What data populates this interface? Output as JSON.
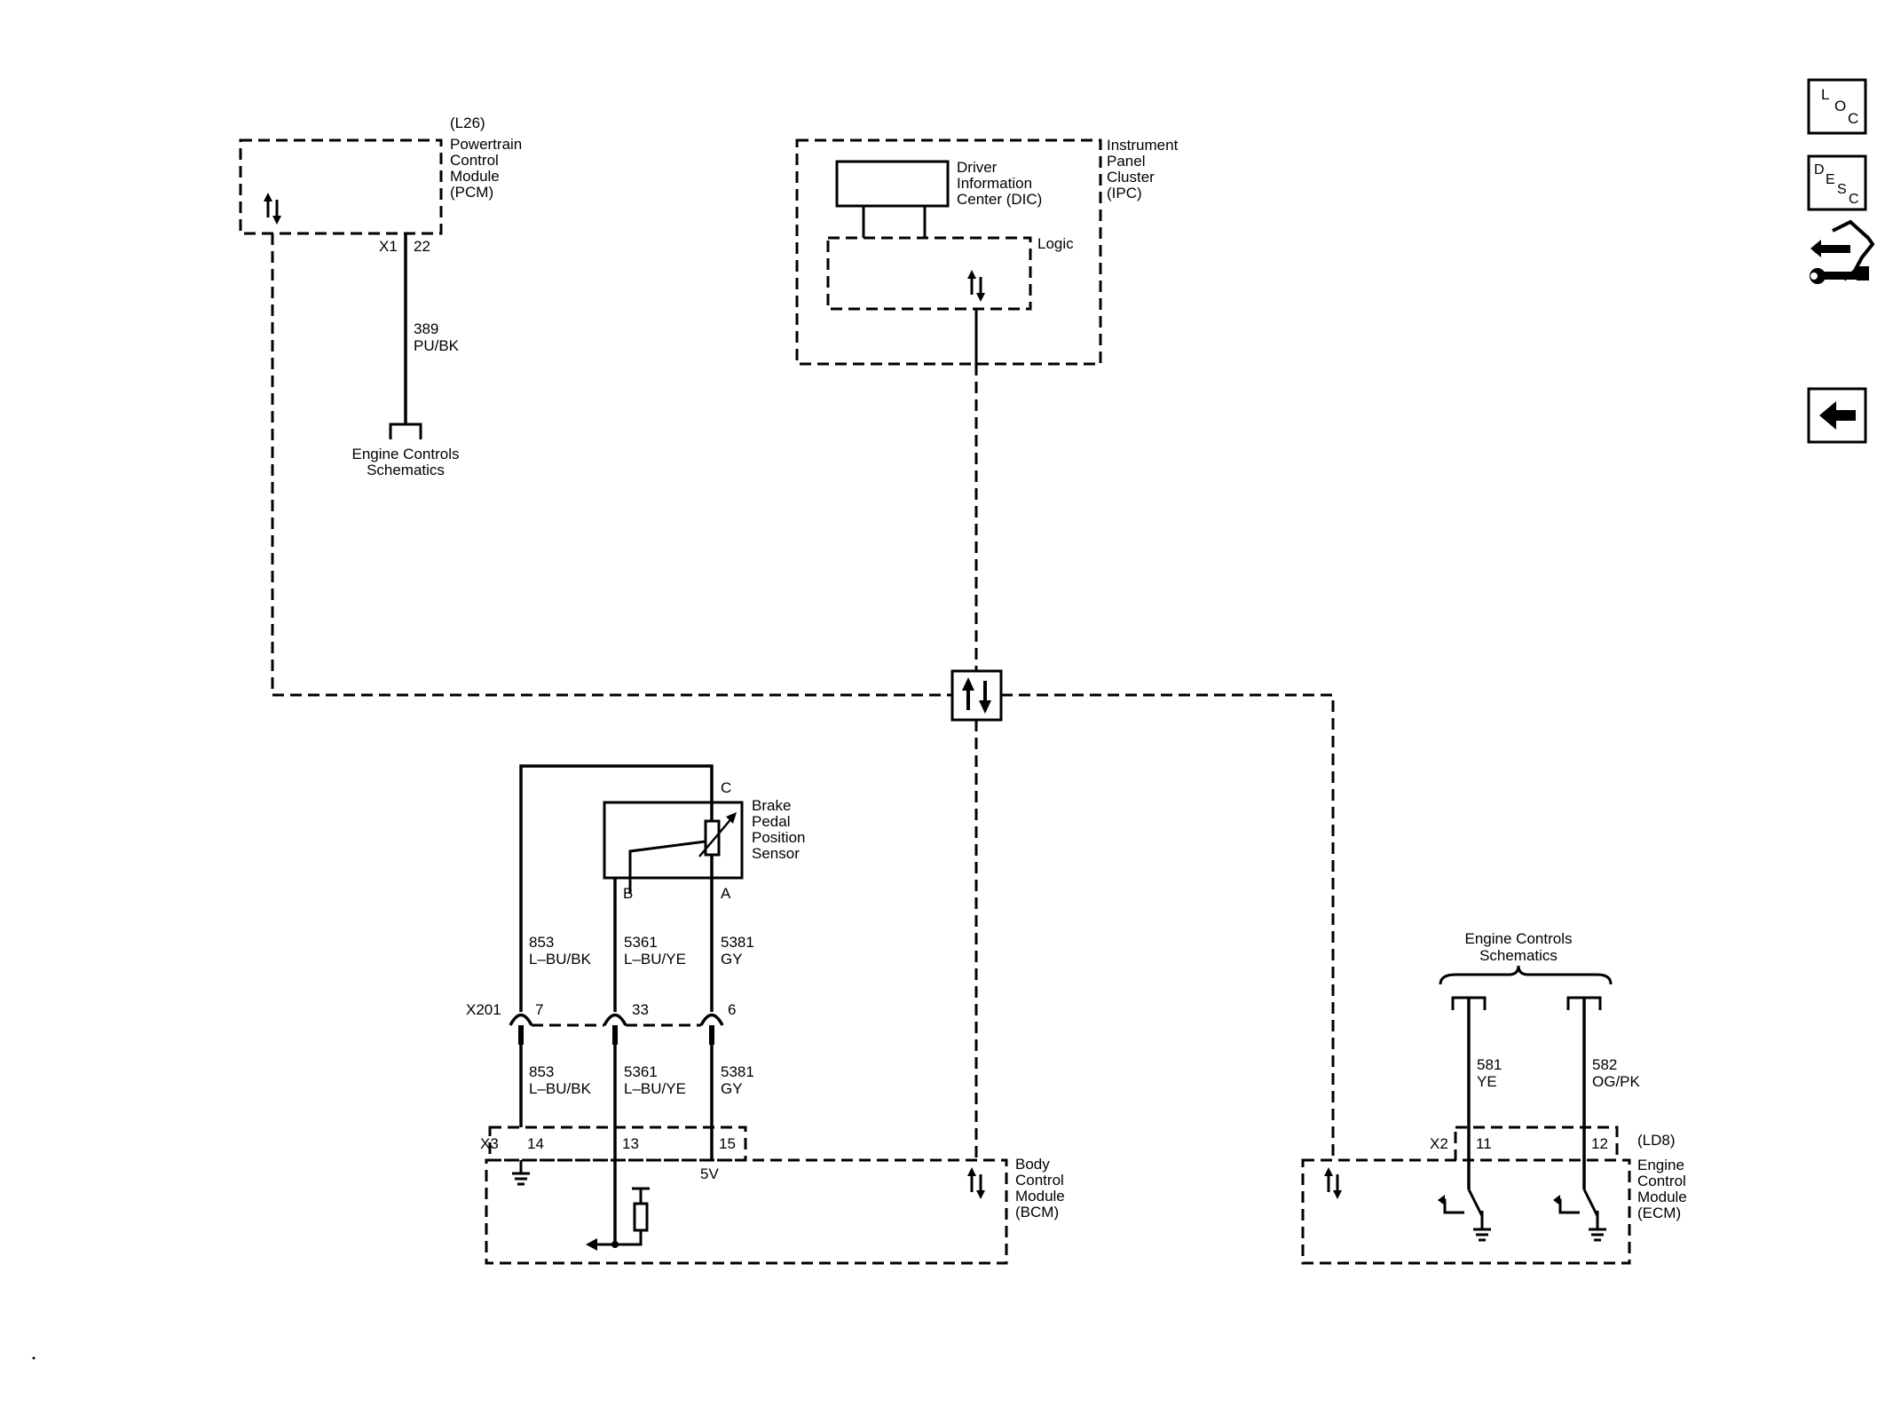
{
  "modules": {
    "pcm": {
      "code": "(L26)",
      "name": [
        "Powertrain",
        "Control",
        "Module",
        "(PCM)"
      ],
      "connector": "X1",
      "pin": "22"
    },
    "ipc": {
      "name": [
        "Instrument",
        "Panel",
        "Cluster",
        "(IPC)"
      ],
      "dic": [
        "Driver",
        "Information",
        "Center (DIC)"
      ],
      "logic": "Logic"
    },
    "bcm": {
      "name": [
        "Body",
        "Control",
        "Module",
        "(BCM)"
      ],
      "connector": "X3",
      "pins": [
        "14",
        "13",
        "15"
      ],
      "voltage": "5V"
    },
    "ecm": {
      "code": "(LD8)",
      "name": [
        "Engine",
        "Control",
        "Module",
        "(ECM)"
      ],
      "connector": "X2",
      "pins": [
        "11",
        "12"
      ]
    }
  },
  "sensor": {
    "name": [
      "Brake",
      "Pedal",
      "Position",
      "Sensor"
    ],
    "pins": [
      "C",
      "B",
      "A"
    ]
  },
  "inline_connector": {
    "name": "X201",
    "pins": [
      "7",
      "33",
      "6"
    ]
  },
  "wires": {
    "pcm_wire": {
      "circuit": "389",
      "color": "PU/BK"
    },
    "w853": {
      "circuit": "853",
      "color": "L–BU/BK"
    },
    "w5361": {
      "circuit": "5361",
      "color": "L–BU/YE"
    },
    "w5381": {
      "circuit": "5381",
      "color": "GY"
    },
    "w581": {
      "circuit": "581",
      "color": "YE"
    },
    "w582": {
      "circuit": "582",
      "color": "OG/PK"
    }
  },
  "refs": {
    "engine_controls_left": [
      "Engine Controls",
      "Schematics"
    ],
    "engine_controls_right": [
      "Engine Controls",
      "Schematics"
    ]
  },
  "sidebar": {
    "loc": {
      "l": "L",
      "o": "O",
      "c": "C"
    },
    "desc": {
      "d": "D",
      "e": "E",
      "s": "S",
      "c": "C"
    },
    "tool_icon": "connector-tool-icon",
    "back_icon": "back-arrow-icon"
  }
}
